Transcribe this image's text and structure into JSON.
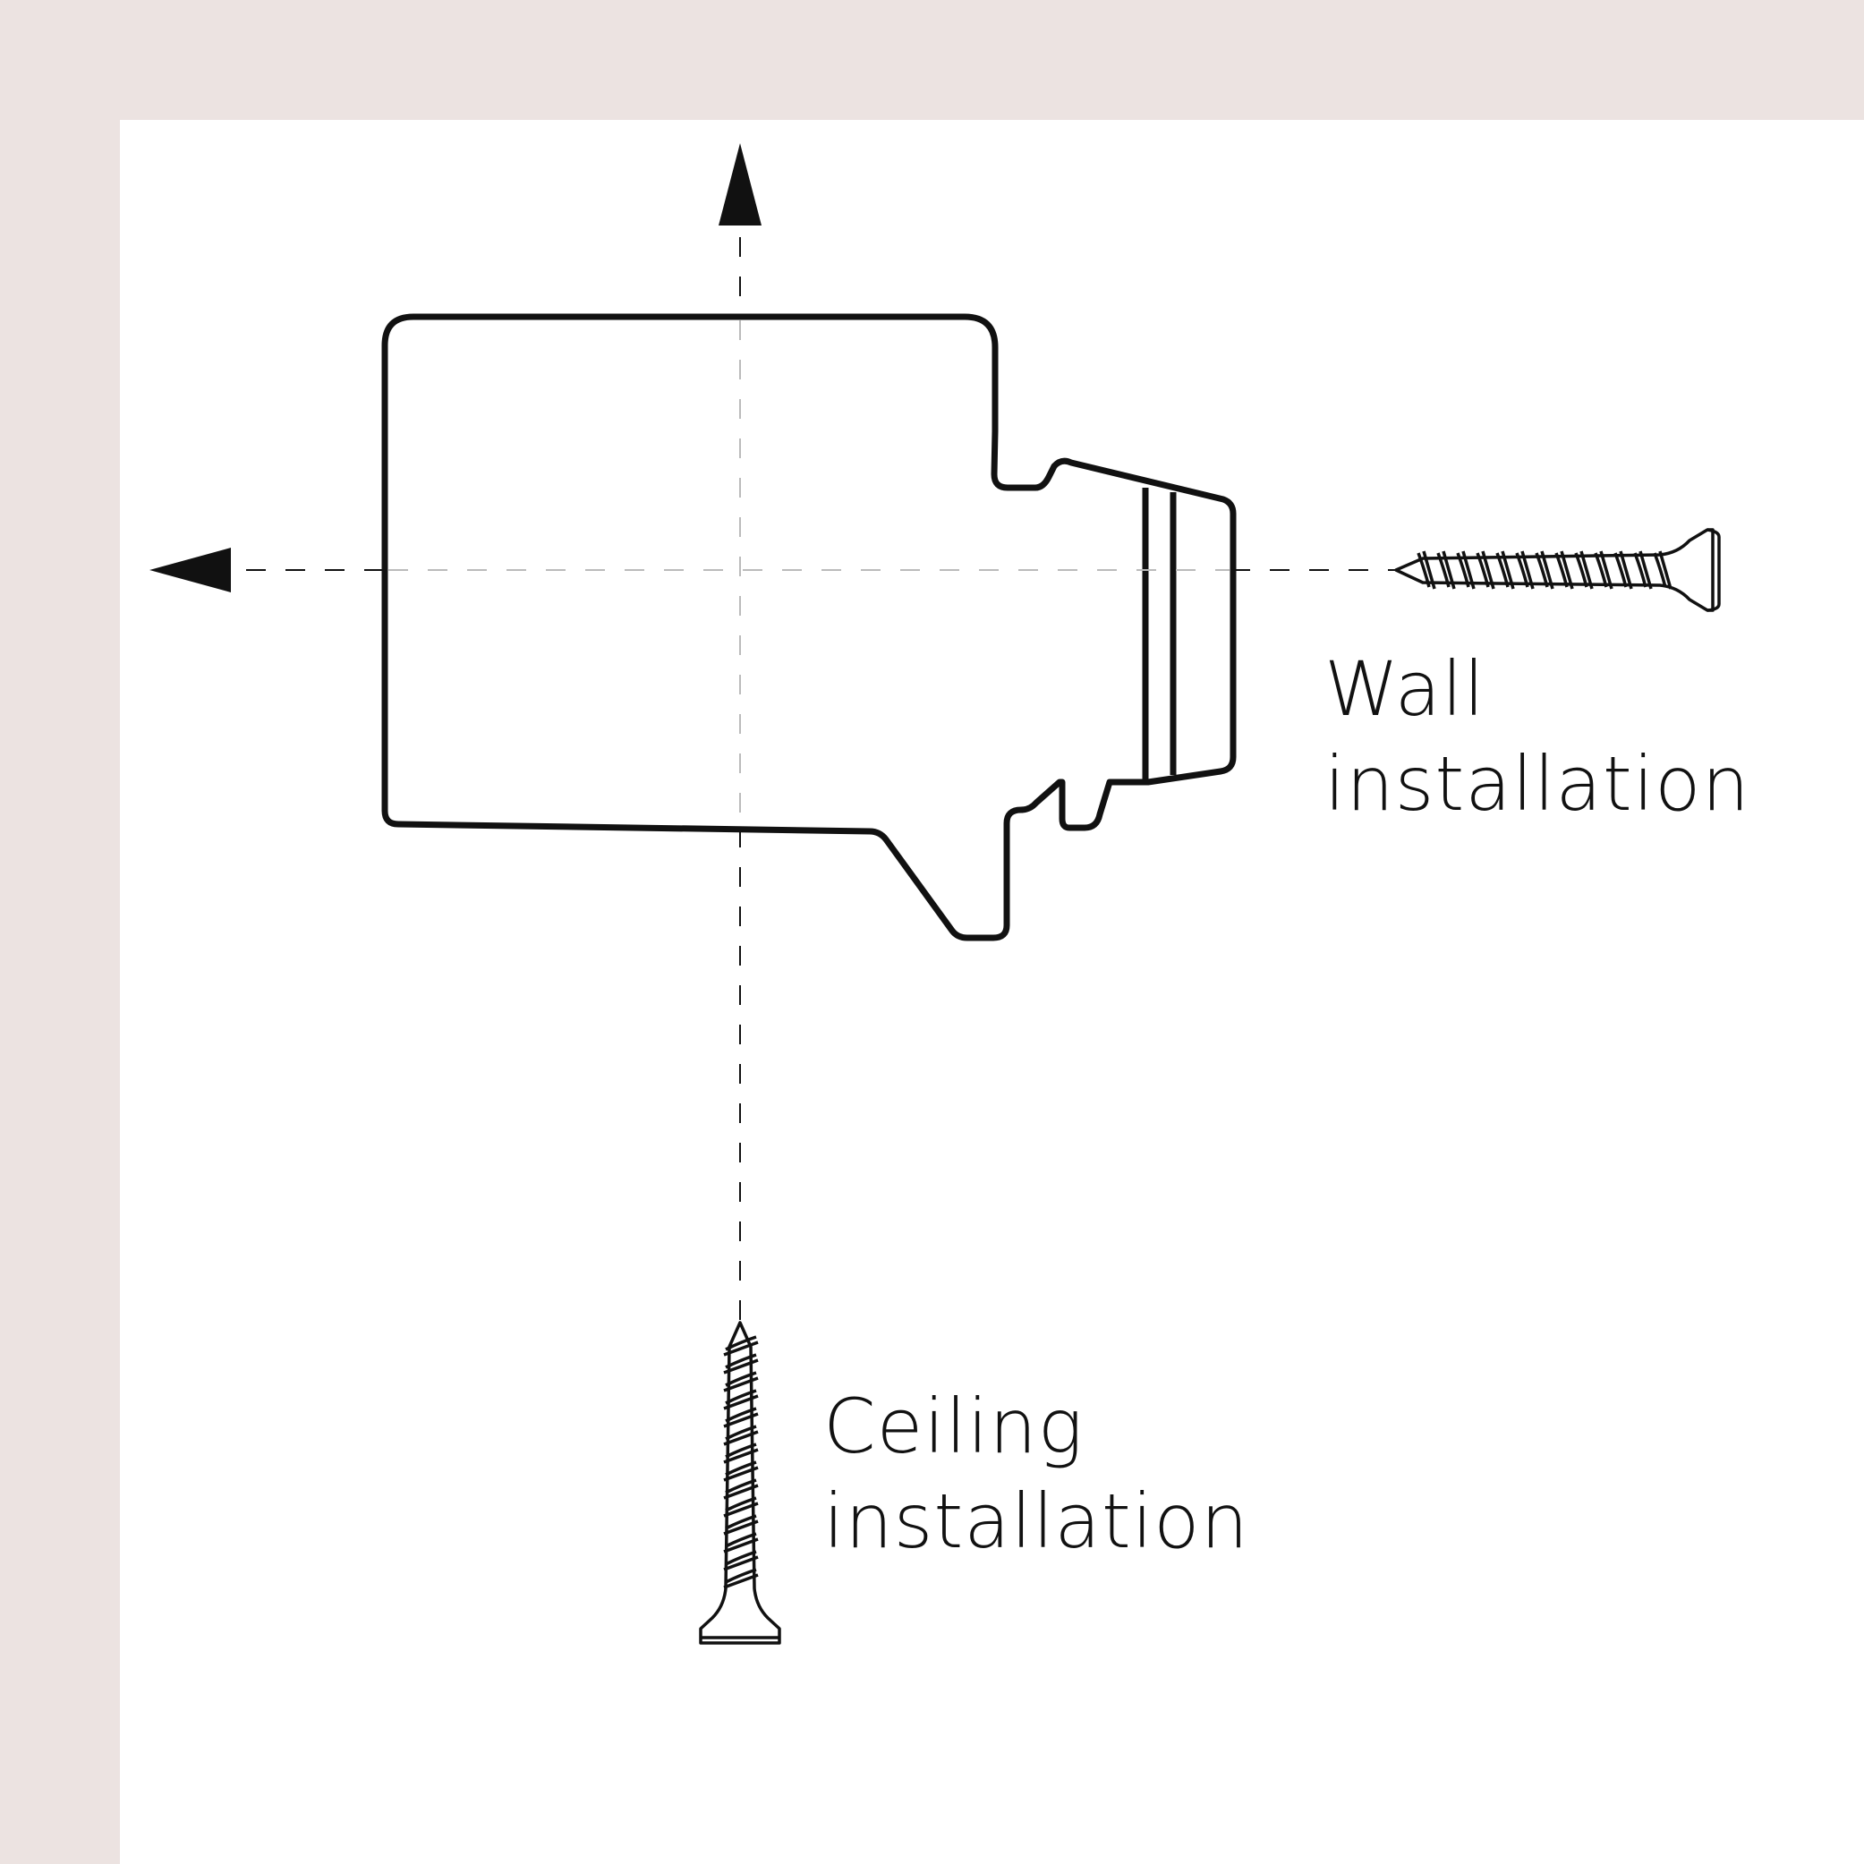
{
  "labels": {
    "wall": [
      "Wall",
      "installation"
    ],
    "ceiling": [
      "Ceiling",
      "installation"
    ]
  },
  "icons": [
    "bracket-icon",
    "wall-screw-icon",
    "ceiling-screw-icon",
    "arrow-up-icon",
    "arrow-left-icon"
  ],
  "colors": {
    "background": "#ece3e1",
    "panel": "#ffffff",
    "line": "#111111",
    "guide": "#bbbbbb"
  }
}
